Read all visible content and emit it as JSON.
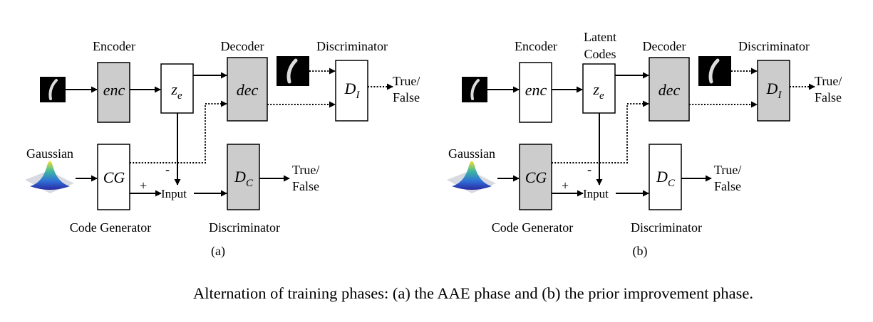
{
  "colors": {
    "trainable": "#cccccc",
    "fixed": "#ffffff",
    "digit_bg": "#000000"
  },
  "panel_a": {
    "encoder": "Encoder",
    "enc": "enc",
    "ze_main": "z",
    "ze_sub": "e",
    "decoder": "Decoder",
    "dec": "dec",
    "discriminator_top": "Discriminator",
    "di_main": "D",
    "di_sub": "I",
    "true_top": "True/",
    "false_top": "False",
    "gaussian": "Gaussian",
    "cg": "CG",
    "minus": "-",
    "plus": "+",
    "input": "Input",
    "dc_main": "D",
    "dc_sub": "C",
    "true_bottom": "True/",
    "false_bottom": "False",
    "code_generator": "Code Generator",
    "discriminator_bottom": "Discriminator",
    "label": "(a)"
  },
  "panel_b": {
    "encoder": "Encoder",
    "latent_1": "Latent",
    "latent_2": "Codes",
    "enc": "enc",
    "ze_main": "z",
    "ze_sub": "e",
    "decoder": "Decoder",
    "dec": "dec",
    "discriminator_top": "Discriminator",
    "di_main": "D",
    "di_sub": "I",
    "true_top": "True/",
    "false_top": "False",
    "gaussian": "Gaussian",
    "cg": "CG",
    "minus": "-",
    "plus": "+",
    "input": "Input",
    "dc_main": "D",
    "dc_sub": "C",
    "true_bottom": "True/",
    "false_bottom": "False",
    "code_generator": "Code Generator",
    "discriminator_bottom": "Discriminator",
    "label": "(b)"
  },
  "caption": "Alternation of training phases: (a) the AAE phase and (b) the prior improvement phase."
}
